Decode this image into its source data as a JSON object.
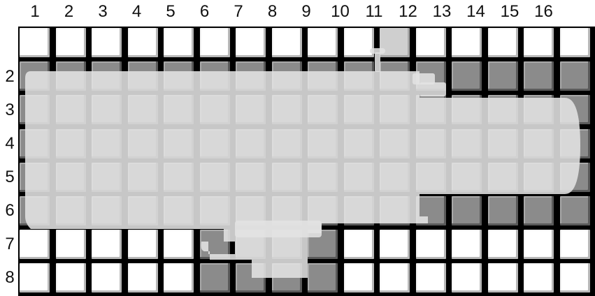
{
  "columns": [
    "1",
    "2",
    "3",
    "4",
    "5",
    "6",
    "7",
    "8",
    "9",
    "10",
    "11",
    "12",
    "13",
    "14",
    "15",
    "16"
  ],
  "rows": [
    "2",
    "3",
    "4",
    "5",
    "6",
    "7",
    "8"
  ],
  "grid": [
    [
      "white",
      "white",
      "white",
      "white",
      "white",
      "white",
      "white",
      "white",
      "white",
      "white",
      "light",
      "white",
      "white",
      "white",
      "white",
      "white"
    ],
    [
      "shaded",
      "shaded",
      "shaded",
      "shaded",
      "shaded",
      "shaded",
      "shaded",
      "shaded",
      "shaded",
      "shaded",
      "shaded",
      "shaded",
      "shaded",
      "shaded",
      "shaded",
      "shaded"
    ],
    [
      "shaded",
      "shaded",
      "shaded",
      "shaded",
      "shaded",
      "shaded",
      "shaded",
      "shaded",
      "shaded",
      "shaded",
      "shaded",
      "shaded",
      "shaded",
      "shaded",
      "shaded",
      "shaded"
    ],
    [
      "shaded",
      "shaded",
      "shaded",
      "shaded",
      "shaded",
      "shaded",
      "shaded",
      "shaded",
      "shaded",
      "shaded",
      "shaded",
      "shaded",
      "shaded",
      "shaded",
      "shaded",
      "shaded"
    ],
    [
      "shaded",
      "shaded",
      "shaded",
      "shaded",
      "shaded",
      "shaded",
      "shaded",
      "shaded",
      "shaded",
      "shaded",
      "shaded",
      "shaded",
      "shaded",
      "shaded",
      "shaded",
      "shaded"
    ],
    [
      "shaded",
      "shaded",
      "shaded",
      "shaded",
      "shaded",
      "shaded",
      "shaded",
      "shaded",
      "shaded",
      "shaded",
      "shaded",
      "shaded",
      "shaded",
      "shaded",
      "shaded",
      "shaded"
    ],
    [
      "white",
      "white",
      "white",
      "white",
      "white",
      "shaded",
      "shaded",
      "shaded",
      "shaded",
      "white",
      "white",
      "white",
      "white",
      "white",
      "white",
      "white"
    ],
    [
      "white",
      "white",
      "white",
      "white",
      "white",
      "shaded",
      "shaded",
      "shaded",
      "shaded",
      "white",
      "white",
      "white",
      "white",
      "white",
      "white",
      "white"
    ]
  ],
  "colors": {
    "shaded": "#8b8b8b",
    "white": "#ffffff",
    "ship_overlay": "#e3e3e3",
    "grid_line": "#000000"
  }
}
